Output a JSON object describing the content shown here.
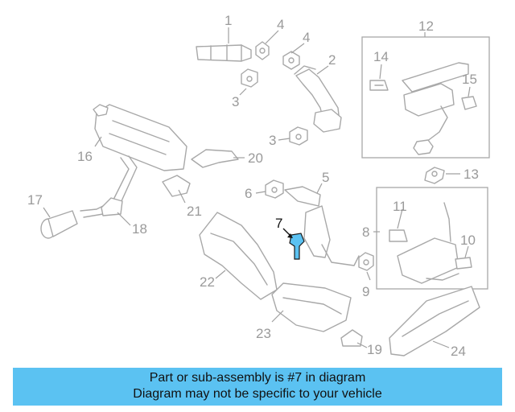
{
  "diagram": {
    "highlight_color": "#5bc2f2",
    "callouts": {
      "c1": "1",
      "c2": "2",
      "c3a": "3",
      "c3b": "3",
      "c4a": "4",
      "c4b": "4",
      "c5": "5",
      "c6": "6",
      "c7": "7",
      "c8": "8",
      "c9": "9",
      "c10": "10",
      "c11": "11",
      "c12": "12",
      "c13": "13",
      "c14": "14",
      "c15": "15",
      "c16": "16",
      "c17": "17",
      "c18": "18",
      "c19": "19",
      "c20": "20",
      "c21": "21",
      "c22": "22",
      "c23": "23",
      "c24": "24"
    },
    "highlighted_callout": "7"
  },
  "banner": {
    "line1": "Part or sub-assembly is #7 in diagram",
    "line2": "Diagram may not be specific to your vehicle"
  }
}
